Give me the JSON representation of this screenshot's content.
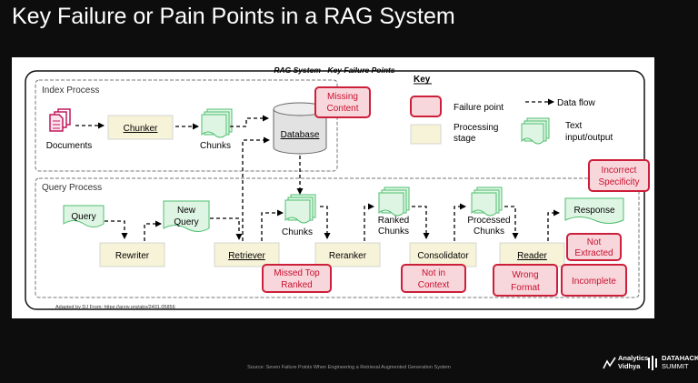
{
  "slide": {
    "title": "Key Failure or Pain Points in a RAG System",
    "source": "Source: Seven Failure Points When Engineering a Retrieval Augmented Generation System"
  },
  "diagram": {
    "title": "RAG System - Key Failure Points",
    "adapted": "Adapted by DJ From: https://arxiv.org/abs/2401.05856",
    "groups": {
      "index": "Index Process",
      "query": "Query Process"
    },
    "key": {
      "title": "Key",
      "failure_point": "Failure point",
      "data_flow": "Data flow",
      "processing_stage": [
        "Processing",
        "stage"
      ],
      "text_io": [
        "Text",
        "input/output"
      ]
    },
    "nodes": {
      "documents": "Documents",
      "chunker": "Chunker",
      "chunks_index": "Chunks",
      "database": "Database",
      "query": "Query",
      "rewriter": "Rewriter",
      "new_query": [
        "New",
        "Query"
      ],
      "retriever": "Retriever",
      "chunks_query": "Chunks",
      "reranker": "Reranker",
      "ranked_chunks": [
        "Ranked",
        "Chunks"
      ],
      "consolidator": "Consolidator",
      "processed_chunks": [
        "Processed",
        "Chunks"
      ],
      "reader": "Reader",
      "response": "Response"
    },
    "failures": {
      "missing_content": [
        "Missing",
        "Content"
      ],
      "incorrect_specificity": [
        "Incorrect",
        "Specificity"
      ],
      "not_extracted": [
        "Not",
        "Extracted"
      ],
      "missed_top_ranked": [
        "Missed Top",
        "Ranked"
      ],
      "not_in_context": [
        "Not in",
        "Context"
      ],
      "wrong_format": [
        "Wrong",
        "Format"
      ],
      "incomplete": "Incomplete"
    },
    "colors": {
      "failure_fill": "#f8d7dc",
      "failure_border": "#cc1f3a",
      "stage_fill": "#f7f3d8",
      "text_fill": "#dff5e4",
      "text_border": "#4fbf6f",
      "doc_icon": "#c2185b"
    }
  },
  "brand": {
    "analytics": [
      "Analytics",
      "Vidhya"
    ],
    "datahack": [
      "DATAHACK",
      "SUMMIT"
    ]
  }
}
